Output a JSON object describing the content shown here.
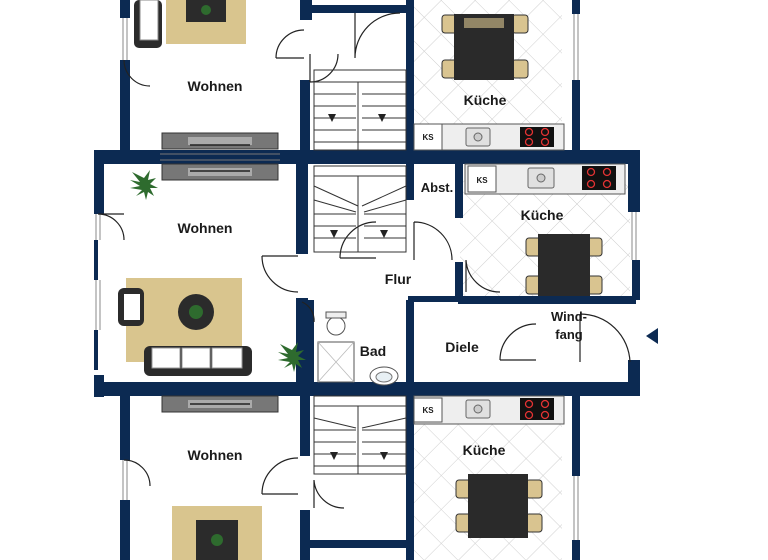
{
  "rooms": {
    "wohnen_top": "Wohnen",
    "kueche_top": "Küche",
    "wohnen_mid": "Wohnen",
    "abst": "Abst.",
    "kueche_mid": "Küche",
    "flur": "Flur",
    "windfang": [
      "Wind-",
      "fang"
    ],
    "bad": "Bad",
    "diele": "Diele",
    "wohnen_bot": "Wohnen",
    "kueche_bot": "Küche"
  },
  "appliance": {
    "fridge_label": "KS"
  },
  "colors": {
    "wall": "#0c2a52",
    "tile_line": "#c8c8c8",
    "rug": "#d9c58e",
    "stair_line": "#333333",
    "plant": "#2e6b2e",
    "chair": "#d9c490",
    "table": "#2a2a2a"
  },
  "icons": {
    "entrance": "entrance-arrow-icon"
  }
}
